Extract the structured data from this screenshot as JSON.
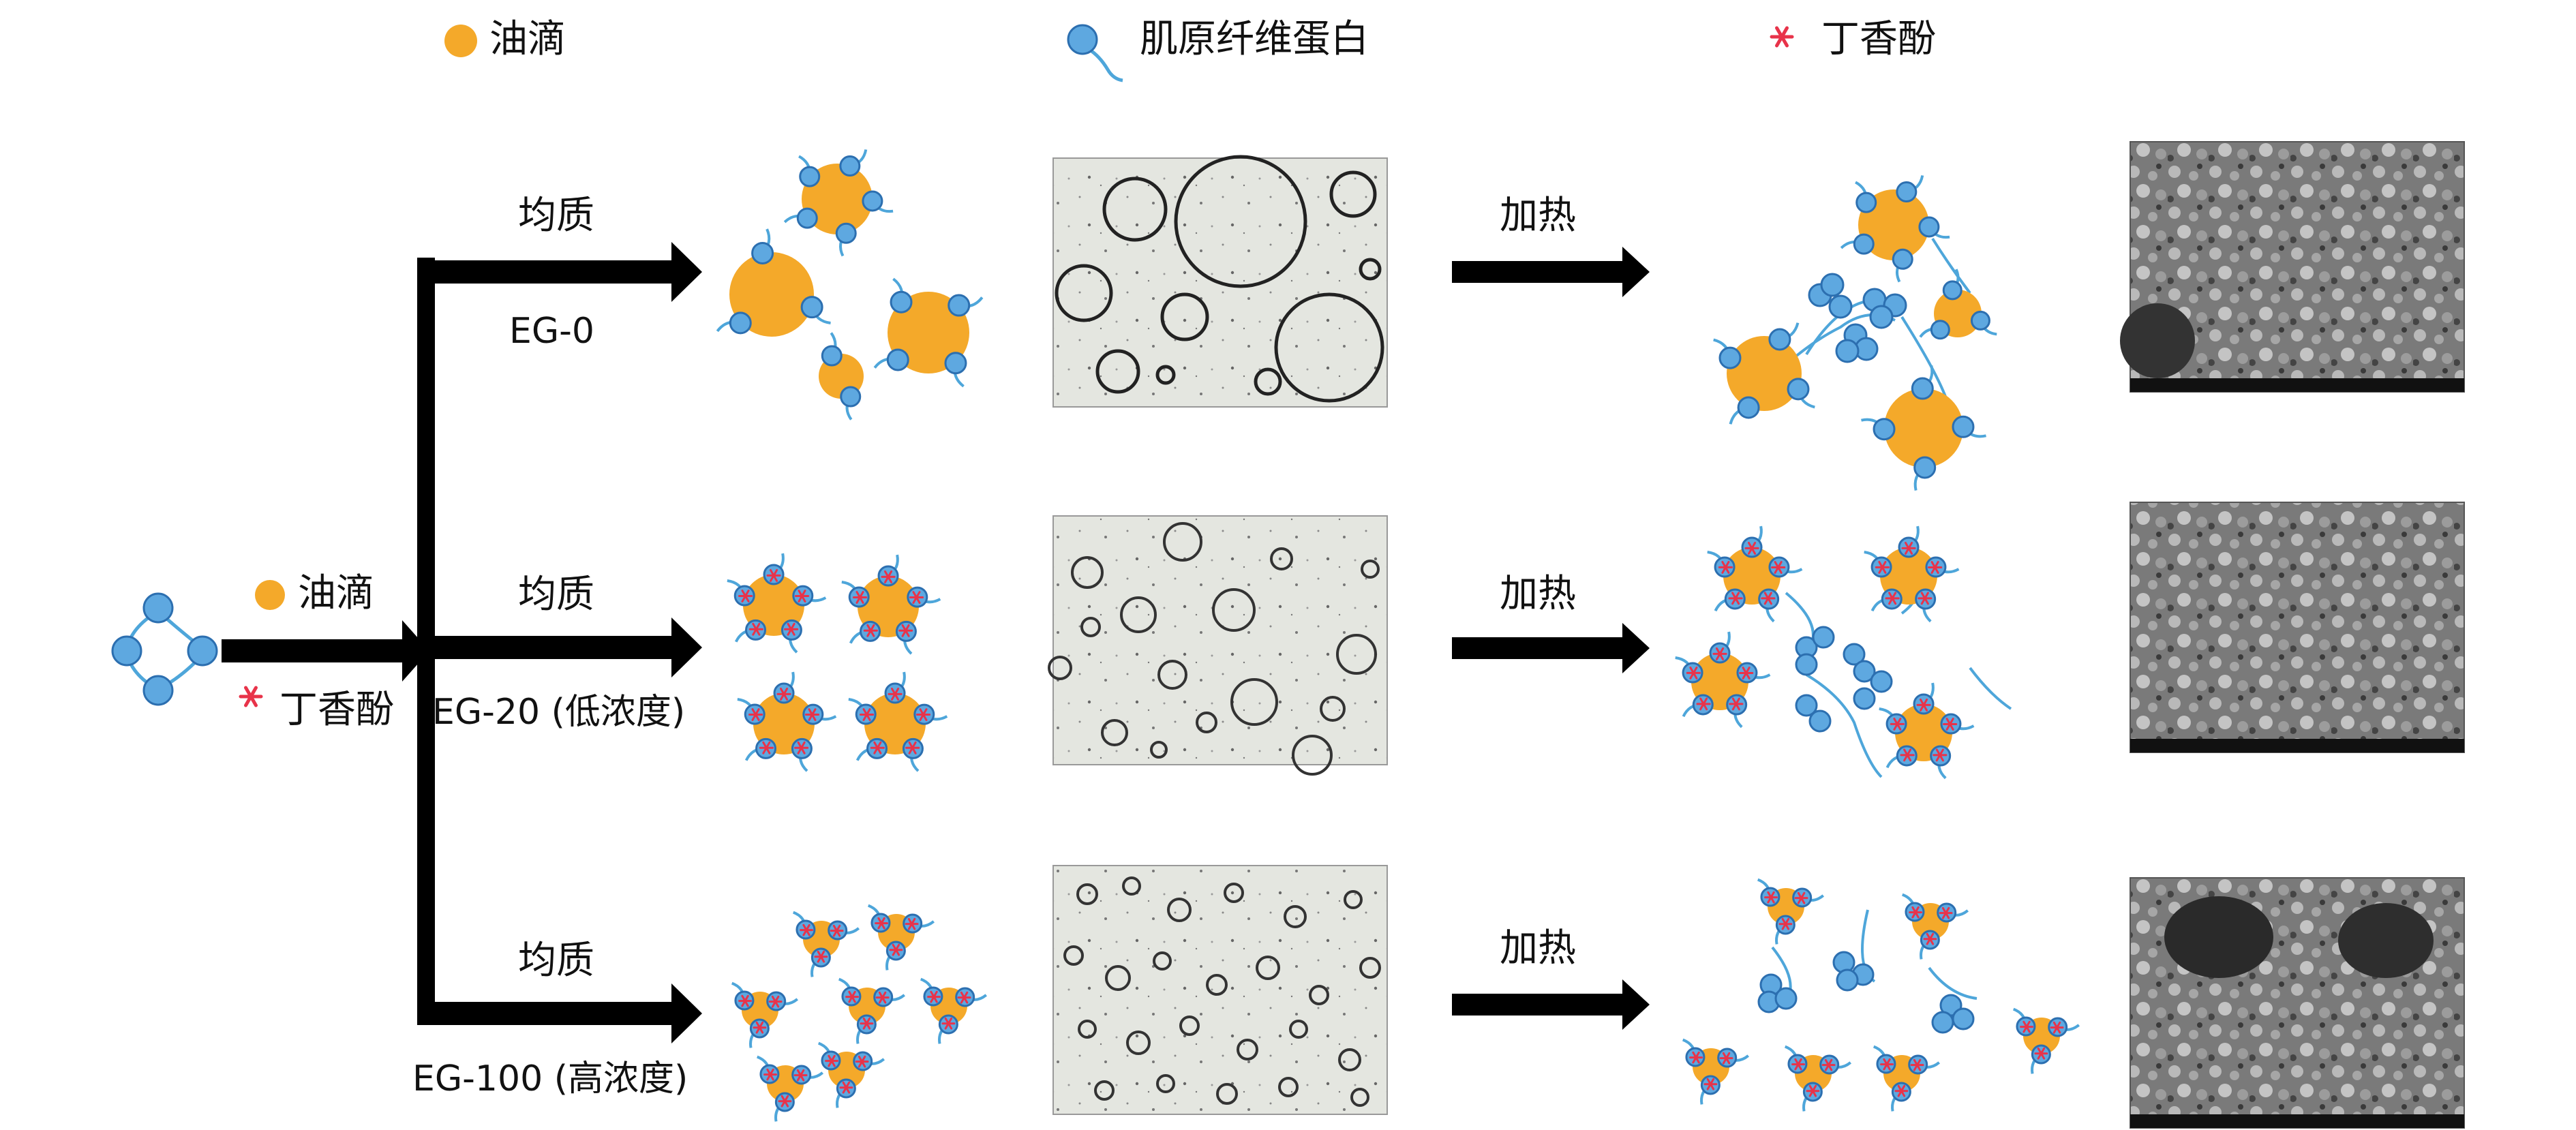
{
  "legend": {
    "oil_label": "油滴",
    "protein_label": "肌原纤维蛋白",
    "eugenol_label": "丁香酚"
  },
  "inputs": {
    "oil_label": "油滴",
    "eugenol_label": "丁香酚"
  },
  "rows": [
    {
      "process_label": "均质",
      "sample_label": "EG-0",
      "heat_label": "加热"
    },
    {
      "process_label": "均质",
      "sample_label": "EG-20 (低浓度)",
      "heat_label": "加热"
    },
    {
      "process_label": "均质",
      "sample_label": "EG-100 (高浓度)",
      "heat_label": "加热"
    }
  ],
  "colors": {
    "oil": "#F4A92A",
    "protein_fill": "#5EA8E0",
    "protein_stroke": "#2C6FB0",
    "protein_tail": "#4EA6DA",
    "eugenol": "#E8334A",
    "arrow": "#000000"
  }
}
